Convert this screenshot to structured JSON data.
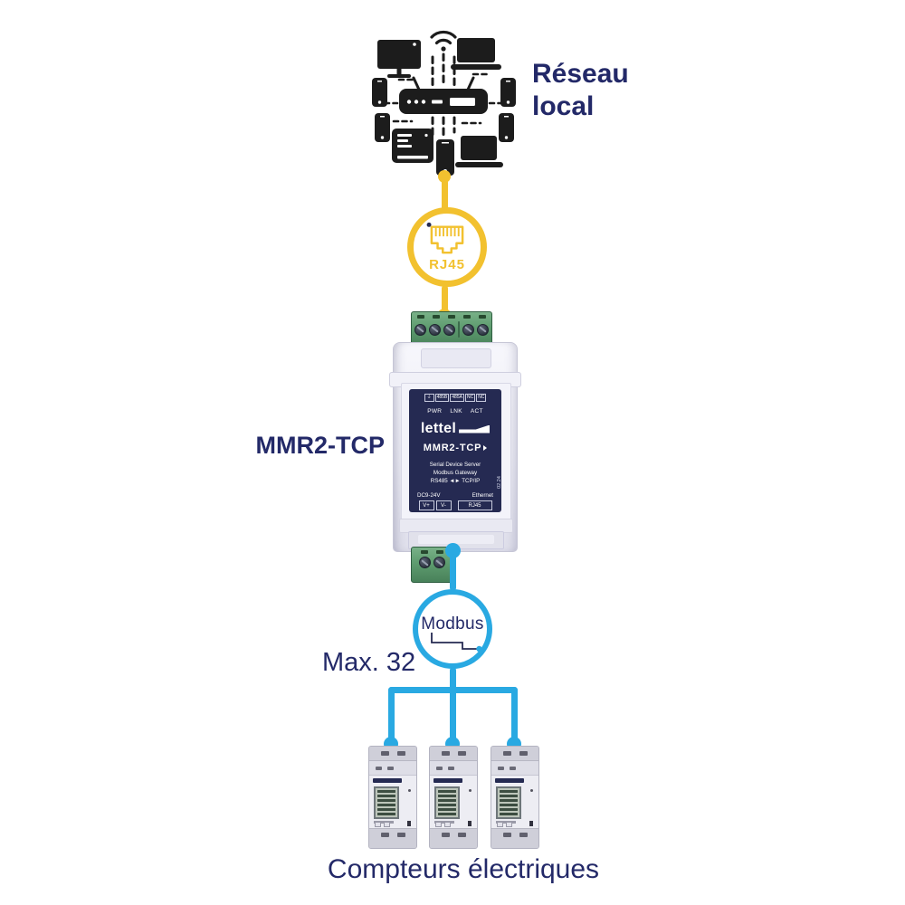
{
  "colors": {
    "navy_text": "#232968",
    "yellow_accent": "#F2C12F",
    "blue_accent": "#29A9E2",
    "terminal_green": "#5E9C6F",
    "device_panel_navy": "#252A52",
    "icon_black": "#1C1C1C"
  },
  "network": {
    "label_line1": "Réseau",
    "label_line2": "local",
    "icon": "network-cluster-icon"
  },
  "rj45_node": {
    "label": "RJ45",
    "icon": "rj45-jack-icon"
  },
  "gateway": {
    "side_label": "MMR2-TCP",
    "panel": {
      "terminals_top": [
        "⏚",
        "485B",
        "485A",
        "NC",
        "NC"
      ],
      "leds": [
        "PWR",
        "LNK",
        "ACT"
      ],
      "brand": "lettel",
      "model": "MMR2-TCP",
      "line1": "Serial Device Server",
      "line2": "Modbus Gateway",
      "line3": "RS485 ◄► TCP/IP",
      "power_label": "DC9-24V",
      "ethernet_label": "Ethernet",
      "terminals_bottom": [
        "V+",
        "V-",
        "RJ45"
      ],
      "version": "02.24"
    }
  },
  "modbus_node": {
    "label": "Modbus",
    "icon": "modbus-trace-icon"
  },
  "bus": {
    "max_label": "Max. 32"
  },
  "meters": {
    "caption": "Compteurs électriques",
    "count": 3
  }
}
